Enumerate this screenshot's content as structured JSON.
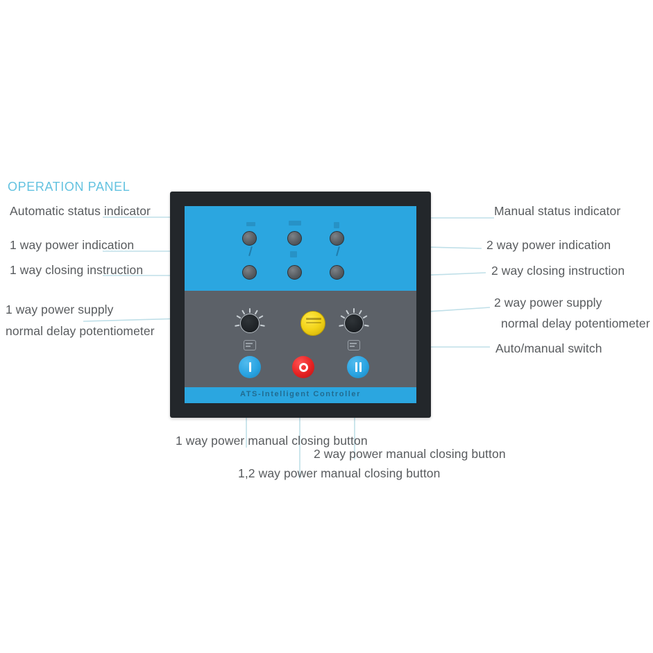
{
  "title": "OPERATION PANEL",
  "device": {
    "brand_text": "ATS-Intelligent Controller",
    "bezel_color": "#23272b",
    "indicator_zone_color": "#2ba6e0",
    "control_zone_color": "#5c6168",
    "brand_strip_color": "#2ba6e0"
  },
  "controls": {
    "button_1_label": "I",
    "button_0_label": "O",
    "button_2_label": "II",
    "button_1_color": "#2aa4e2",
    "button_0_color": "#e62222",
    "button_2_color": "#2aa4e2",
    "auto_manual_color": "#f2d318",
    "potentiometer_color": "#1c2024",
    "led_color": "#5d6267"
  },
  "callouts": {
    "left": [
      {
        "id": "automatic-status-indicator",
        "text": "Automatic status indicator"
      },
      {
        "id": "one-way-power-indication",
        "text": "1 way power indication"
      },
      {
        "id": "one-way-closing-instruction",
        "text": "1 way closing instruction"
      },
      {
        "id": "one-way-power-supply",
        "text": "1 way power supply"
      },
      {
        "id": "one-way-normal-delay-potentiometer",
        "text": "normal delay potentiometer"
      }
    ],
    "right": [
      {
        "id": "manual-status-indicator",
        "text": "Manual status indicator"
      },
      {
        "id": "two-way-power-indication",
        "text": "2 way power indication"
      },
      {
        "id": "two-way-closing-instruction",
        "text": "2 way closing instruction"
      },
      {
        "id": "two-way-power-supply",
        "text": "2 way power supply"
      },
      {
        "id": "two-way-normal-delay-potentiometer",
        "text": "normal delay potentiometer"
      },
      {
        "id": "auto-manual-switch",
        "text": "Auto/manual switch"
      }
    ],
    "bottom": [
      {
        "id": "one-way-power-manual-closing-button",
        "text": "1 way power manual closing button"
      },
      {
        "id": "two-way-power-manual-closing-button",
        "text": "2 way power manual closing button"
      },
      {
        "id": "one-two-way-power-manual-closing-button",
        "text": "1,2 way power manual closing button"
      }
    ]
  },
  "leader_line_color": "#bfdfe8"
}
